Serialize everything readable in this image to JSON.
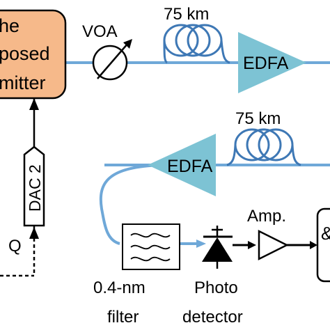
{
  "transmitter": {
    "line1": "he",
    "line2": "posed",
    "line3": "mitter",
    "color": "#F6B98A"
  },
  "voa_label": "VOA",
  "span_top_label": "75 km",
  "span_bottom_label": "75 km",
  "edfa_top_label": "EDFA",
  "edfa_bottom_label": "EDFA",
  "dac_label": "DAC 2",
  "q_label": "Q",
  "amp_label": "Amp.",
  "filter_label": {
    "line1": "0.4-nm",
    "line2": "filter"
  },
  "photodetector_label": {
    "line1": "Photo",
    "line2": "detector"
  },
  "right_box_label": "&",
  "colors": {
    "fiber": "#6FA8D8",
    "edfa": "#7DC3D4",
    "coil": "#3E78B5"
  }
}
